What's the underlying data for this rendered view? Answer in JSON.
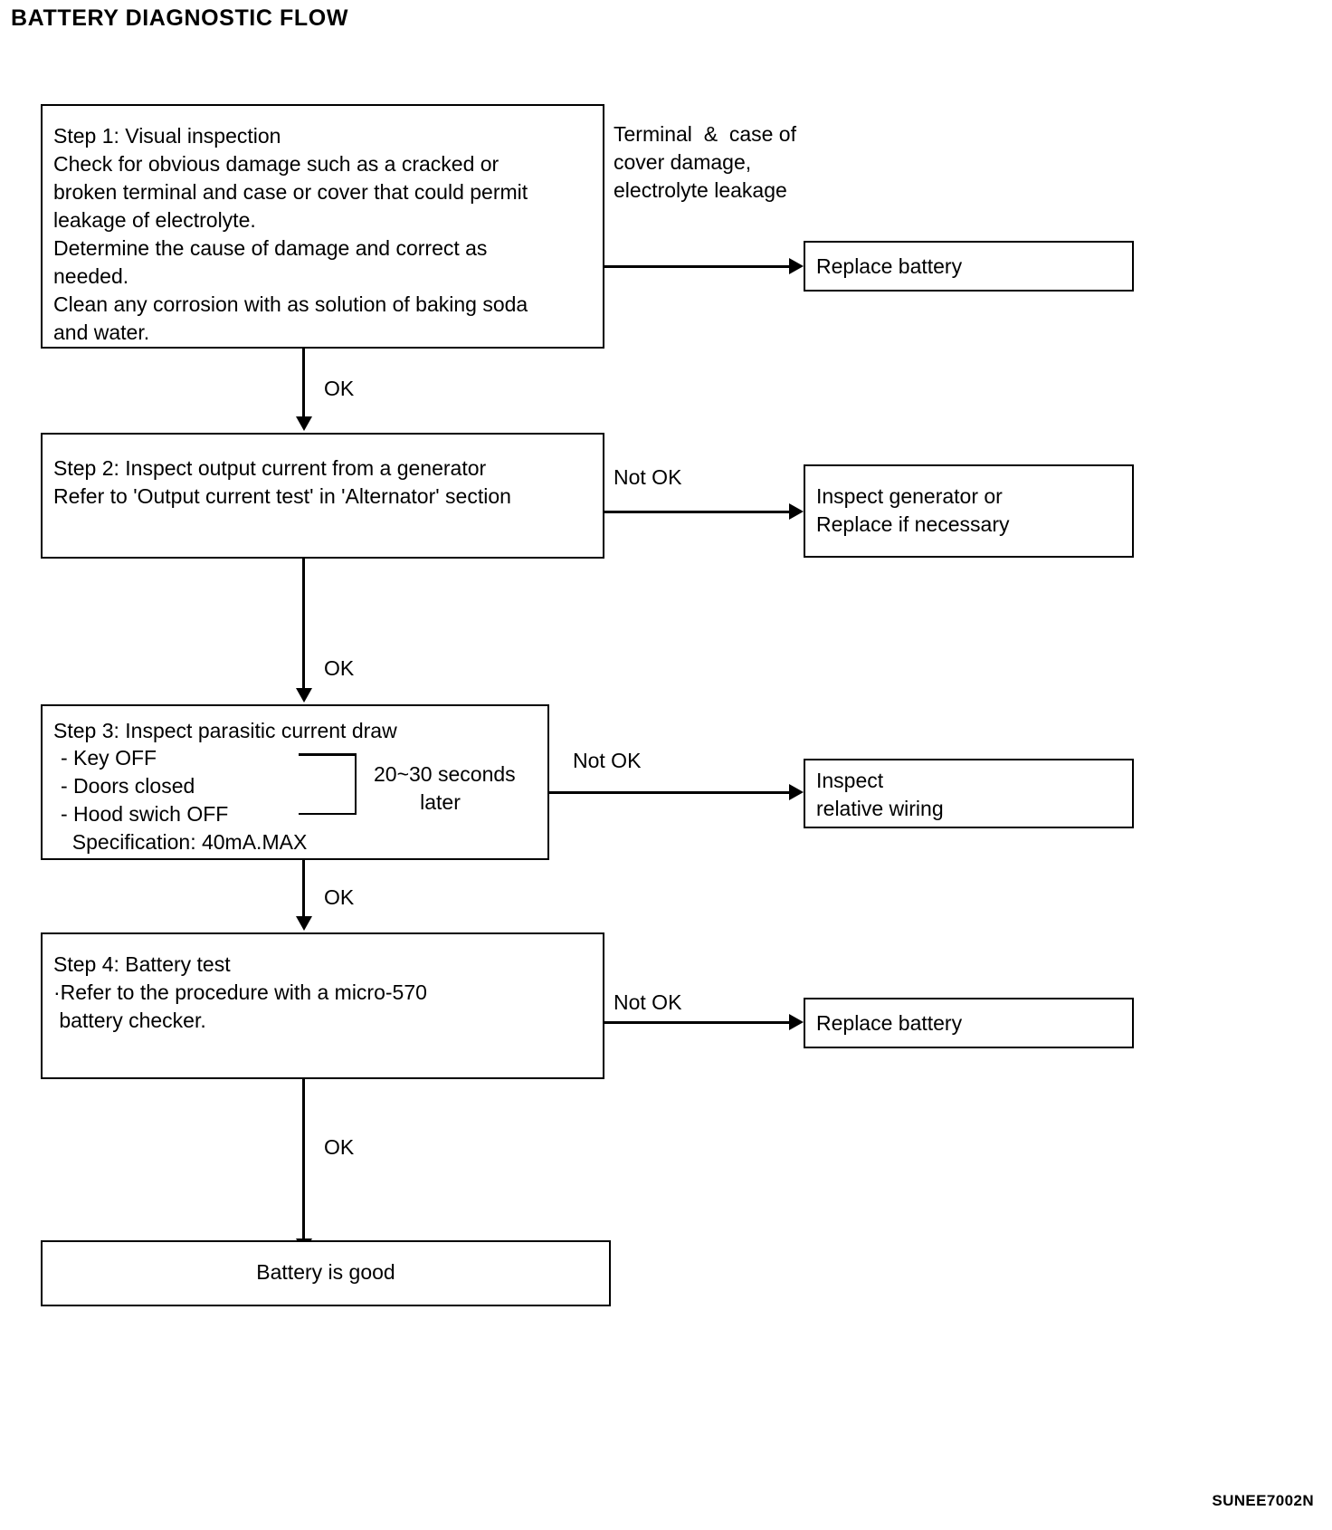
{
  "title": "BATTERY DIAGNOSTIC FLOW",
  "footer_code": "SUNEE7002N",
  "steps": {
    "step1": {
      "text": "Step 1: Visual inspection\nCheck for obvious damage such as a cracked or\nbroken terminal and case or cover that could permit\nleakage of electrolyte.\nDetermine the cause of damage and correct as\nneeded.\nClean any corrosion with as solution of baking soda\nand water."
    },
    "step2": {
      "text": "Step 2: Inspect output current from a generator\nRefer to 'Output current test' in 'Alternator' section"
    },
    "step3": {
      "heading": "Step 3: Inspect parasitic current draw",
      "bullet1": "- Key OFF",
      "bullet2": "- Doors closed",
      "bullet3": "- Hood swich OFF",
      "spec": "  Specification: 40mA.MAX",
      "timing": "20~30 seconds\n        later"
    },
    "step4": {
      "text": "Step 4: Battery test\n·Refer to the procedure with a micro-570\n battery checker."
    },
    "result": {
      "text": "Battery is good"
    }
  },
  "outcomes": {
    "replace_battery_1": "Replace battery",
    "inspect_generator": "Inspect generator or\nReplace if necessary",
    "inspect_wiring": "Inspect\nrelative wiring",
    "replace_battery_2": "Replace battery"
  },
  "annotations": {
    "step1_condition": "Terminal  &  case of\ncover damage,\nelectrolyte leakage",
    "ok_1": "OK",
    "ok_2": "OK",
    "ok_3": "OK",
    "ok_4": "OK",
    "not_ok_2": "Not OK",
    "not_ok_3": "Not OK",
    "not_ok_4": "Not OK"
  },
  "chart_data": {
    "type": "diagram",
    "title": "BATTERY DIAGNOSTIC FLOW",
    "nodes": [
      {
        "id": "step1",
        "label": "Step 1: Visual inspection",
        "kind": "process"
      },
      {
        "id": "replace1",
        "label": "Replace battery",
        "kind": "terminal"
      },
      {
        "id": "step2",
        "label": "Step 2: Inspect output current from a generator",
        "kind": "process"
      },
      {
        "id": "generator",
        "label": "Inspect generator or Replace if necessary",
        "kind": "terminal"
      },
      {
        "id": "step3",
        "label": "Step 3: Inspect parasitic current draw",
        "kind": "process"
      },
      {
        "id": "wiring",
        "label": "Inspect relative wiring",
        "kind": "terminal"
      },
      {
        "id": "step4",
        "label": "Step 4: Battery test",
        "kind": "process"
      },
      {
        "id": "replace2",
        "label": "Replace battery",
        "kind": "terminal"
      },
      {
        "id": "good",
        "label": "Battery is good",
        "kind": "terminal"
      }
    ],
    "edges": [
      {
        "from": "step1",
        "to": "replace1",
        "label": "Terminal & case of cover damage, electrolyte leakage"
      },
      {
        "from": "step1",
        "to": "step2",
        "label": "OK"
      },
      {
        "from": "step2",
        "to": "generator",
        "label": "Not OK"
      },
      {
        "from": "step2",
        "to": "step3",
        "label": "OK"
      },
      {
        "from": "step3",
        "to": "wiring",
        "label": "Not OK"
      },
      {
        "from": "step3",
        "to": "step4",
        "label": "OK"
      },
      {
        "from": "step4",
        "to": "replace2",
        "label": "Not OK"
      },
      {
        "from": "step4",
        "to": "good",
        "label": "OK"
      }
    ]
  }
}
